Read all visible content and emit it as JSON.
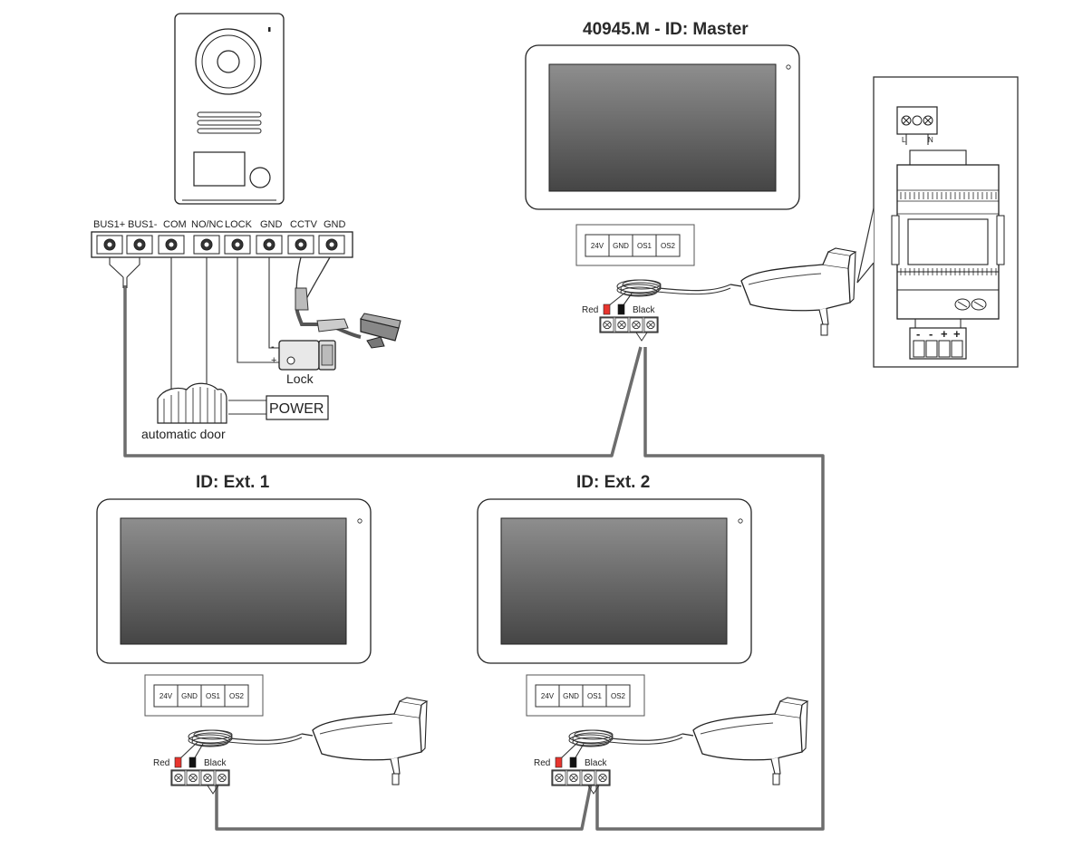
{
  "titles": {
    "master": "40945.M - ID: Master",
    "ext1": "ID: Ext. 1",
    "ext2": "ID: Ext. 2"
  },
  "door_station_terminals": [
    "BUS1+",
    "BUS1-",
    "COM",
    "NO/NC",
    "LOCK",
    "GND",
    "CCTV",
    "GND"
  ],
  "monitor_terminals": [
    "24V",
    "GND",
    "OS1",
    "OS2"
  ],
  "wire_labels": {
    "red": "Red",
    "black": "Black"
  },
  "lock_label": "Lock",
  "lock_polarity": {
    "minus": "-",
    "plus": "+"
  },
  "automatic_door_label": "automatic door",
  "power_label": "POWER",
  "psu_input_labels": [
    "L",
    "N"
  ],
  "psu_output_labels": [
    "-",
    "-",
    "+",
    "+"
  ],
  "colors": {
    "wire": "#6d6d6d",
    "screen_top": "#8e8e8e",
    "screen_bottom": "#454545",
    "red_conductor": "#e8352e"
  }
}
